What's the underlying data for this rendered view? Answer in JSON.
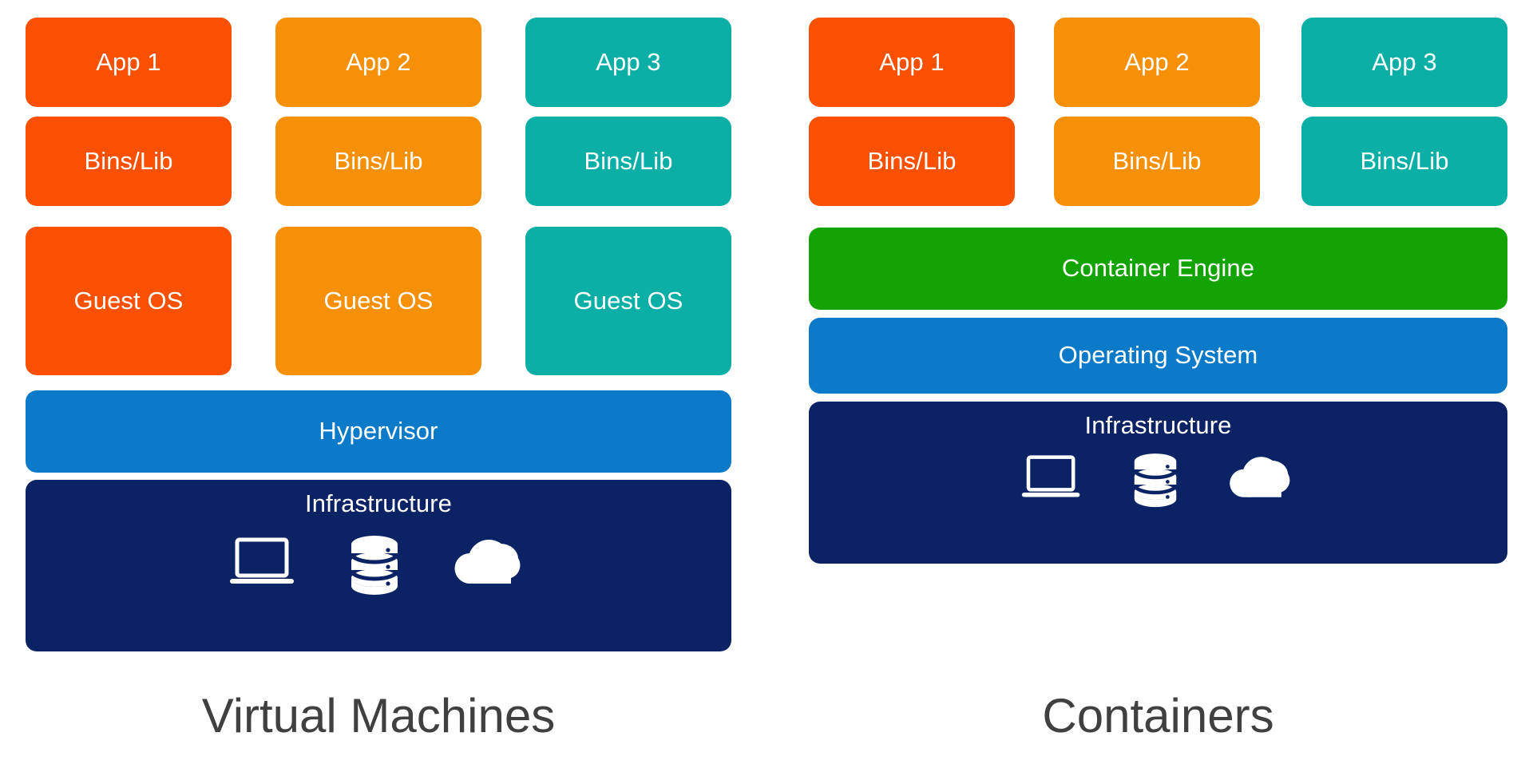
{
  "diagram": {
    "title_left": "Virtual Machines",
    "title_right": "Containers",
    "colors": {
      "app1_orange_red": "#f95001",
      "app2_orange": "#f79009",
      "app3_teal": "#0cafa5",
      "hypervisor_blue": "#0b7ac8",
      "os_blue": "#0b7ac8",
      "container_engine_green": "#13a303",
      "infrastructure_navy": "#0b2265",
      "caption_gray": "#404040",
      "background": "#ffffff",
      "block_text": "#ffffff"
    },
    "icon_names": [
      "laptop-icon",
      "database-stack-icon",
      "cloud-icon"
    ]
  },
  "vm_panel": {
    "name": "virtual-machines-panel",
    "columns": [
      {
        "app": "App 1",
        "bins": "Bins/Lib",
        "guest_os": "Guest OS",
        "color": "#f95001"
      },
      {
        "app": "App 2",
        "bins": "Bins/Lib",
        "guest_os": "Guest OS",
        "color": "#f79009"
      },
      {
        "app": "App 3",
        "bins": "Bins/Lib",
        "guest_os": "Guest OS",
        "color": "#0cafa5"
      }
    ],
    "hypervisor": "Hypervisor",
    "infrastructure": "Infrastructure",
    "caption": "Virtual Machines"
  },
  "container_panel": {
    "name": "containers-panel",
    "columns": [
      {
        "app": "App 1",
        "bins": "Bins/Lib",
        "color": "#f95001"
      },
      {
        "app": "App 2",
        "bins": "Bins/Lib",
        "color": "#f79009"
      },
      {
        "app": "App 3",
        "bins": "Bins/Lib",
        "color": "#0cafa5"
      }
    ],
    "container_engine": "Container Engine",
    "operating_system": "Operating System",
    "infrastructure": "Infrastructure",
    "caption": "Containers"
  }
}
